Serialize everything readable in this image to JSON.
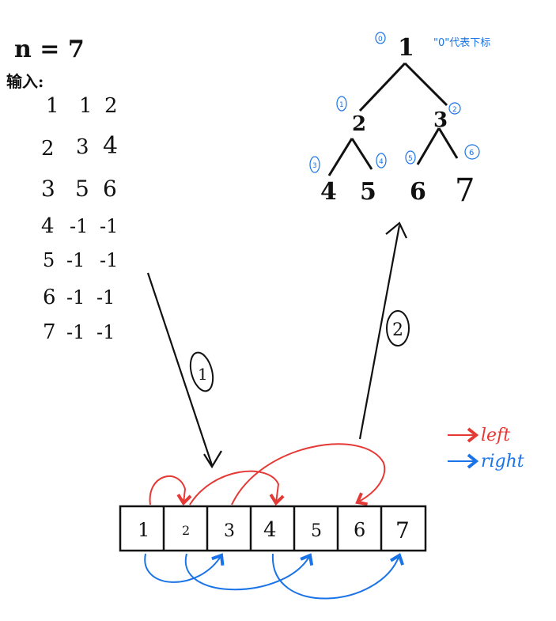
{
  "input_block": {
    "n_label": "n = 7",
    "input_label": "输入:",
    "rows": [
      [
        "1",
        "1",
        "2"
      ],
      [
        "2",
        "3",
        "4"
      ],
      [
        "3",
        "5",
        "6"
      ],
      [
        "4",
        "-1",
        "-1"
      ],
      [
        "5",
        "-1",
        "-1"
      ],
      [
        "6",
        "-1",
        "-1"
      ],
      [
        "7",
        "-1",
        "-1"
      ]
    ]
  },
  "tree": {
    "note": "\"0\"代表下标",
    "nodes": [
      {
        "value": "1",
        "index": "0"
      },
      {
        "value": "2",
        "index": "1"
      },
      {
        "value": "3",
        "index": "2"
      },
      {
        "value": "4",
        "index": "3"
      },
      {
        "value": "5",
        "index": "4"
      },
      {
        "value": "6",
        "index": "5"
      },
      {
        "value": "7",
        "index": "6"
      }
    ]
  },
  "array": {
    "cells": [
      "1",
      "2",
      "3",
      "4",
      "5",
      "6",
      "7"
    ]
  },
  "steps": {
    "step1": "1",
    "step2": "2"
  },
  "legend": {
    "left_label": "left",
    "right_label": "right",
    "left_color": "#e53935",
    "right_color": "#1a73e8"
  },
  "colors": {
    "ink": "#111111",
    "blue": "#1a73e8",
    "red": "#e53935"
  }
}
